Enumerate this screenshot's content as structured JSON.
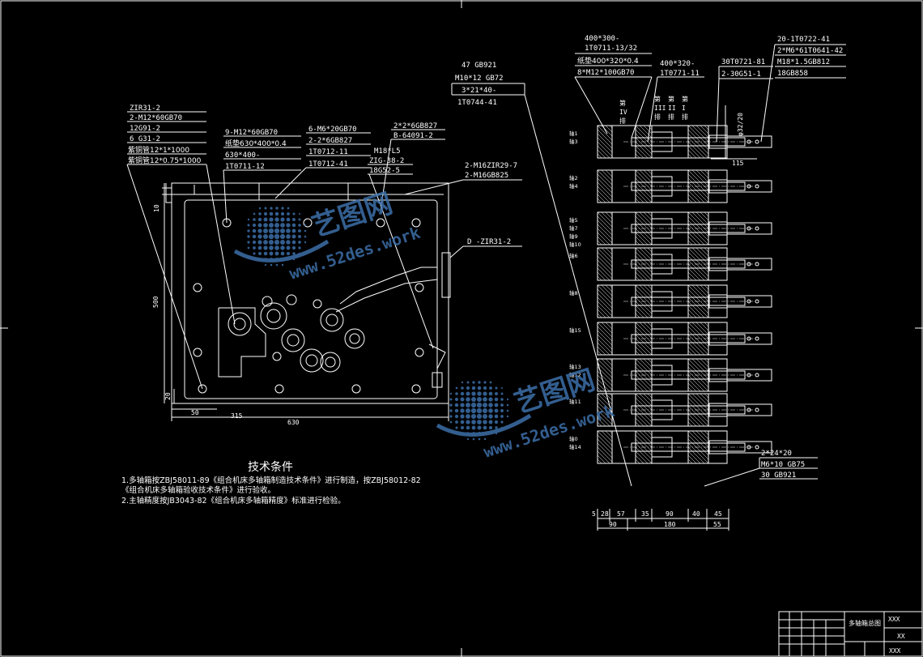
{
  "watermark": {
    "brand": "艺图网",
    "url": "www.52des.work"
  },
  "left_view": {
    "callouts": {
      "c1": [
        "ZIR31-2",
        "2-M12*60GB70",
        "12G91-2",
        "6  G31-2",
        "紫铜管12*1*1000",
        "紫铜管12*0.75*1000"
      ],
      "c2": [
        "9-M12*60GB70",
        "纸垫630*400*0.4",
        "630*400-",
        "1T0711-12"
      ],
      "c3": [
        "6-M6*20GB70",
        "2-2*6GB827",
        "1T0712-11",
        "1T0712-41"
      ],
      "c4": [
        "2*2*6GB827",
        "B-64091-2"
      ],
      "c5": [
        "M18*L5",
        "ZIG-38-2",
        "18G52-5"
      ],
      "c6": [
        "2-M16ZIR29-7",
        "2-M16GB825"
      ],
      "c7": [
        "D  -ZIR31-2"
      ]
    },
    "dims": {
      "d500": "500",
      "d50": "50",
      "d315": "315",
      "d630": "630",
      "d20": "20",
      "d10": "10"
    }
  },
  "top_callouts": {
    "a1": [
      "47   GB921",
      "M10*12    GB72",
      "3*21*40-",
      "1T0744-41"
    ],
    "a2": [
      "400*300-",
      "1T0711-13/32",
      "纸垫400*320*0.4",
      "8*M12*100GB70"
    ],
    "a3": [
      "400*320-",
      "1T0771-11"
    ],
    "a4": [
      "30T0721-81",
      "2-30G51-1"
    ],
    "a5": [
      "20-1T0722-41",
      "2*M6*61T0641-42",
      "M18*1.5GB812",
      "18GB858"
    ]
  },
  "right_view": {
    "row_headers": [
      "第\nIV\n排",
      "第\nIII\n排",
      "第\nII\n排",
      "第\nI\n排"
    ],
    "row_labels": [
      [
        "轴1",
        "轴3"
      ],
      [
        "轴2",
        "轴4"
      ],
      [
        "轴5",
        "轴7",
        "轴9",
        "轴10"
      ],
      [
        "轴6"
      ],
      [
        "轴8"
      ],
      [
        "轴15"
      ],
      [
        "轴13",
        "轴12"
      ],
      [
        "轴11"
      ],
      [
        "轴0",
        "轴14"
      ]
    ],
    "dims": {
      "d5": "5",
      "d28": "28",
      "d57": "57",
      "d35": "35",
      "d90": "90",
      "d40": "40",
      "d45": "45",
      "b90": "90",
      "b180": "180",
      "b55": "55",
      "d115": "115",
      "dphi": "φ32/20"
    },
    "bottom_callout": [
      "2*24*20",
      "M6*10   GB75",
      "30   GB921"
    ]
  },
  "tech": {
    "title": "技术条件",
    "lines": [
      "1.多轴箱按ZBJ58011-89《组合机床多轴箱制造技术条件》进行制造，按ZBJ58012-82",
      "《组合机床多轴箱验收技术条件》进行验收。",
      "2.主轴精度按JB3043-82《组合机床多轴箱精度》标准进行检验。"
    ]
  },
  "title_block": {
    "name": "多轴箱总图",
    "code": "XXX",
    "mid": "XX",
    "bottom": "XXX"
  }
}
